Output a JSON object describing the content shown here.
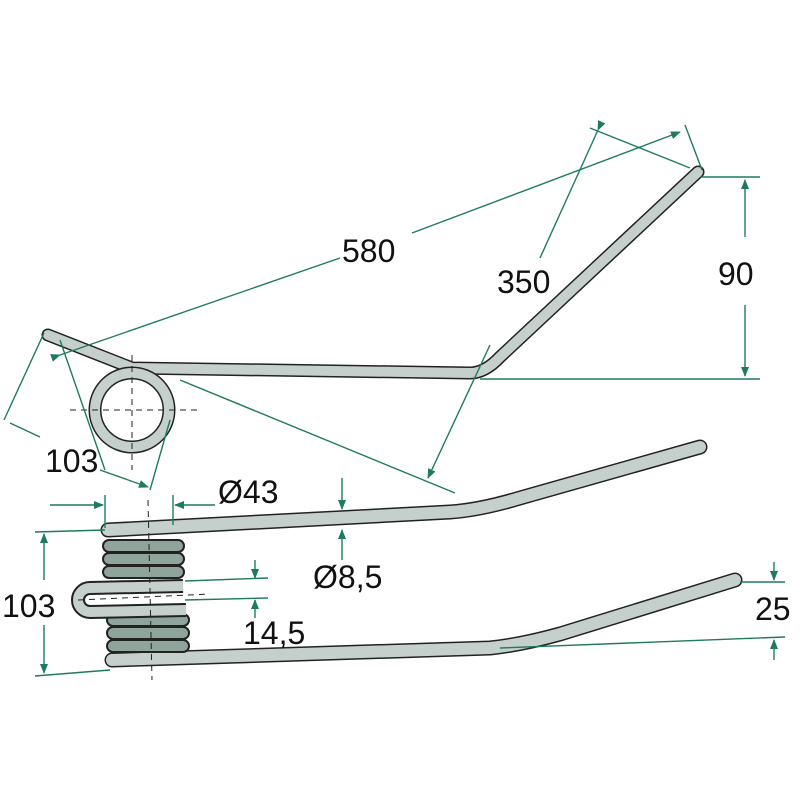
{
  "drawing": {
    "dimensions": {
      "length_total": "580",
      "length_arm": "350",
      "height_bend": "90",
      "coil_offset": "103",
      "coil_diameter": "Ø43",
      "wire_diameter": "Ø8,5",
      "coil_height": "103",
      "loop_gap": "14,5",
      "tip_offset": "25"
    },
    "colors": {
      "wire": "#c5cfcc",
      "coil": "#8fa59b",
      "dimension": "#1f7a62"
    }
  }
}
